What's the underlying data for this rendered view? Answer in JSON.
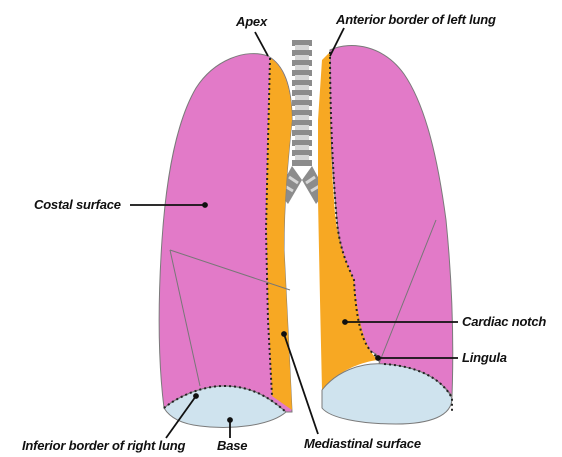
{
  "labels": {
    "apex": "Apex",
    "anterior_border_left_lung": "Anterior border of left lung",
    "costal_surface": "Costal surface",
    "cardiac_notch": "Cardiac notch",
    "lingula": "Lingula",
    "inferior_border_right_lung": "Inferior border of right lung",
    "base": "Base",
    "mediastinal_surface": "Mediastinal surface"
  },
  "colors": {
    "lung_surface": "#E27AC8",
    "mediastinal": "#F7A823",
    "base": "#CFE3EE",
    "trachea": "#8C8C8C",
    "outline": "#7A7A7A",
    "text": "#111111"
  }
}
